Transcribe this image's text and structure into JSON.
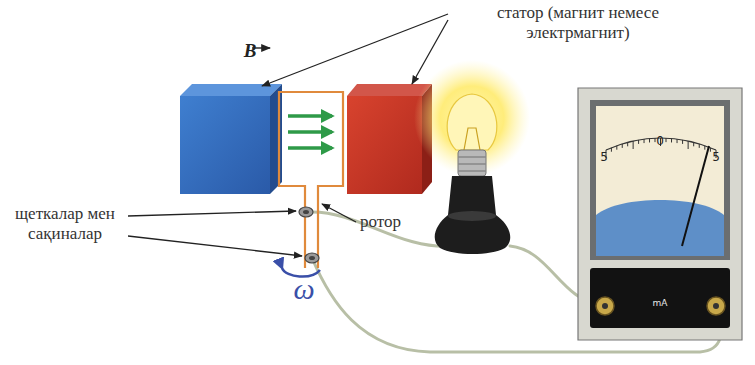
{
  "diagram": {
    "labels": [
      "B",
      "статор (магнит немесе электрмагнит)",
      "щеткалар мен сақиналар",
      "ротор",
      "ω",
      "5",
      "0",
      "5",
      "mA"
    ]
  }
}
